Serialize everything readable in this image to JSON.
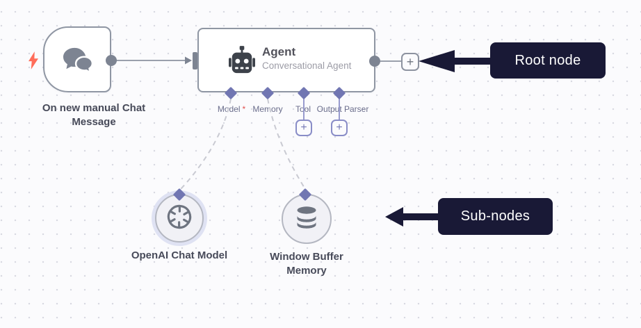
{
  "trigger": {
    "label": "On new manual Chat Message"
  },
  "agent": {
    "title": "Agent",
    "subtitle": "Conversational Agent",
    "required_marker": "*",
    "ports": [
      {
        "label": "Model",
        "required": true
      },
      {
        "label": "Memory",
        "required": false
      },
      {
        "label": "Tool",
        "required": false
      },
      {
        "label": "Output Parser",
        "required": false
      }
    ]
  },
  "subnodes": [
    {
      "label": "OpenAI Chat Model"
    },
    {
      "label": "Window Buffer Memory"
    }
  ],
  "annotations": {
    "root_node": "Root node",
    "sub_nodes": "Sub-nodes"
  },
  "buttons": {
    "plus": "+"
  },
  "colors": {
    "canvas_bg": "#fbfbfd",
    "grid_dot": "#d8d9e2",
    "node_border": "#8f96a3",
    "edge_gray": "#9aa0ac",
    "endpoint_gray": "#7d8492",
    "port_diamond": "#7176b2",
    "port_link_purple": "#989bce",
    "dashed_edge": "#c9cad2",
    "annotation_bg": "#191936",
    "trigger_bolt": "#ff6d5a",
    "required_red": "#e0504e",
    "icon_gray": "#6e7480",
    "robot_icon": "#3d424a",
    "openai_halo": "#dfe2f3"
  }
}
